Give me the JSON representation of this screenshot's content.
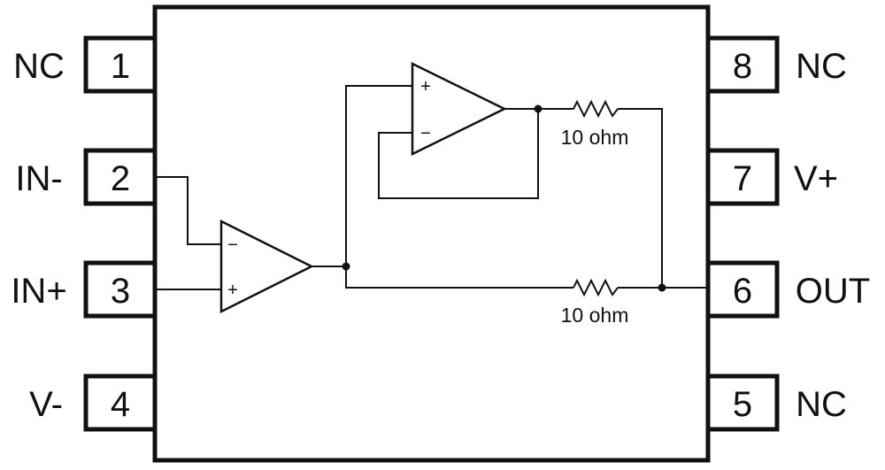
{
  "pins": {
    "p1": {
      "number": "1",
      "label": "NC"
    },
    "p2": {
      "number": "2",
      "label": "IN-"
    },
    "p3": {
      "number": "3",
      "label": "IN+"
    },
    "p4": {
      "number": "4",
      "label": "V-"
    },
    "p5": {
      "number": "5",
      "label": "NC"
    },
    "p6": {
      "number": "6",
      "label": "OUT"
    },
    "p7": {
      "number": "7",
      "label": "V+"
    },
    "p8": {
      "number": "8",
      "label": "NC"
    }
  },
  "resistors": {
    "r1": {
      "label": "10 ohm"
    },
    "r2": {
      "label": "10 ohm"
    }
  },
  "amplifiers": {
    "main": {
      "minus": "−",
      "plus": "+"
    },
    "buffer": {
      "plus": "+",
      "minus": "−"
    }
  }
}
